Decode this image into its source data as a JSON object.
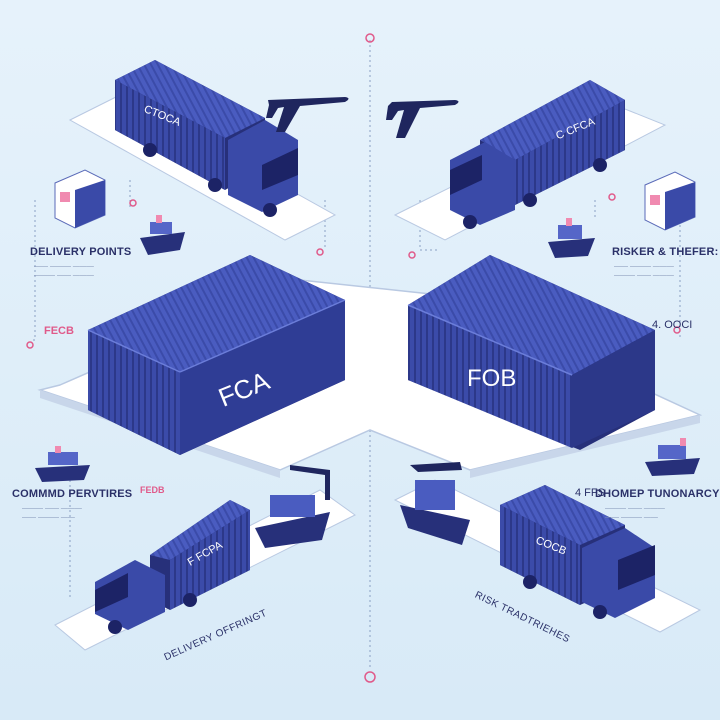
{
  "containers": {
    "top_left_truck": "CTOCA",
    "top_right_truck": "C CFCA",
    "center_left": "FCA",
    "center_right": "FOB",
    "bottom_left_truck": "F FCPA",
    "bottom_right_truck": "COCB"
  },
  "labels": {
    "delivery_points": "DELIVERY POINTS",
    "risk_transfer": "RISKER & THEFER:",
    "common_parties": "COMMMD PERVTIRES",
    "owner_turnover": "DHOMEP TUNONARCY",
    "delivery_offering": "DELIVERY OFFRINGT",
    "risk_transferences": "RISK TRADTRIEHES"
  },
  "small_tags": {
    "left_mid": "FECB",
    "right_mid": "4. OOCI",
    "left_low": "FEDB",
    "right_low": "4  FFS"
  },
  "colors": {
    "background": "#dcecf8",
    "container": "#3a4aa8",
    "container_dark": "#27307a",
    "platform": "#ffffff",
    "accent": "#e05a8a"
  }
}
